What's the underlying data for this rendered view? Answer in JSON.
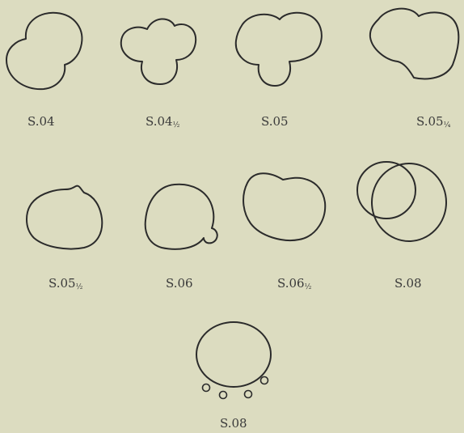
{
  "figures": [
    {
      "label": "S.04"
    },
    {
      "label_main": "S.04",
      "label_fraction": "½"
    },
    {
      "label": "S.05"
    },
    {
      "label_main": "S.05",
      "label_fraction": "¼"
    },
    {
      "label_main": "S.05",
      "label_fraction": "½"
    },
    {
      "label": "S.06"
    },
    {
      "label_main": "S.06",
      "label_fraction": "½"
    },
    {
      "label": "S.08"
    },
    {
      "label": "S.08"
    }
  ],
  "colors": {
    "background": "#dcdcc0",
    "stroke": "#2b2b2b",
    "text": "#3a3a3a"
  }
}
